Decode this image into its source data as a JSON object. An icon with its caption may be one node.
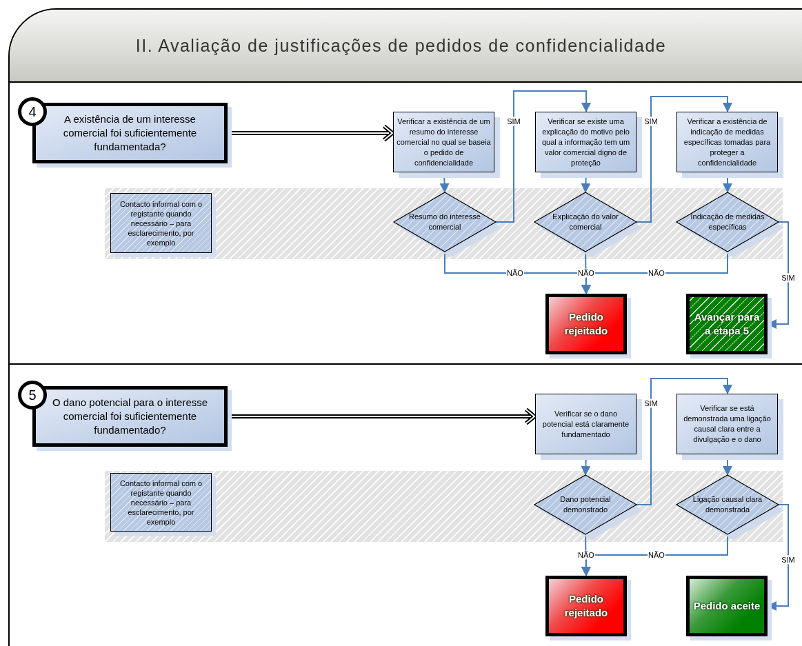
{
  "diagram": {
    "title": "II. Avaliação de justificações de pedidos de confidencialidade",
    "nodes": [
      {
        "text": [
          "4"
        ]
      },
      {
        "text": [
          "A existência de um interesse comercial foi suficientemente fundamentada?"
        ]
      },
      {
        "text": [
          "Contacto informal com o registante quando necessário – para esclarecimento, por exemplo"
        ]
      },
      {
        "text": [
          "Verificar a existência de um resumo do interesse comercial no qual se baseia o pedido de confidencialidade"
        ]
      },
      {
        "text": [
          "Resumo do interesse comercial"
        ]
      },
      {
        "text": [
          "Verificar se existe uma explicação do motivo pelo qual a informação tem um valor comercial digno de proteção"
        ]
      },
      {
        "text": [
          "Explicação do valor comercial"
        ]
      },
      {
        "text": [
          "Verificar a existência de indicação de medidas específicas tomadas para proteger a confidencialidade"
        ]
      },
      {
        "text": [
          "Indicação de medidas específicas"
        ]
      },
      {
        "text": [
          "Pedido rejeitado"
        ]
      },
      {
        "text": [
          "Avançar para a etapa 5"
        ]
      },
      {
        "text": [
          "5"
        ]
      },
      {
        "text": [
          "O dano potencial para o interesse comercial foi suficientemente fundamentado?"
        ]
      },
      {
        "text": [
          "Contacto informal com o registante quando necessário – para esclarecimento, por exemplo"
        ]
      },
      {
        "text": [
          "Verificar se o dano potencial está claramente fundamentado"
        ]
      },
      {
        "text": [
          "Dano potencial demonstrado"
        ]
      },
      {
        "text": [
          "Verificar se está demonstrada uma ligação causal clara entre a divulgação e o dano"
        ]
      },
      {
        "text": [
          "Ligação causal clara demonstrada"
        ]
      },
      {
        "text": [
          "Pedido rejeitado"
        ]
      },
      {
        "text": [
          "Pedido aceite"
        ]
      }
    ],
    "edges": [
      {
        "from": 1,
        "to": 3,
        "arrow": "to",
        "style": "thick",
        "color": "#000000"
      },
      {
        "from": 3,
        "to": 4,
        "arrow": "to"
      },
      {
        "from": 4,
        "to": 5,
        "arrow": "to",
        "label": "SIM"
      },
      {
        "from": 5,
        "to": 6,
        "arrow": "to"
      },
      {
        "from": 6,
        "to": 7,
        "arrow": "to",
        "label": "SIM"
      },
      {
        "from": 7,
        "to": 8,
        "arrow": "to"
      },
      {
        "from": 8,
        "to": 10,
        "arrow": "to",
        "label": "SIM"
      },
      {
        "from": 4,
        "to": 9,
        "arrow": "to",
        "label": "NÃO"
      },
      {
        "from": 6,
        "to": 9,
        "arrow": "to",
        "label": "NÃO"
      },
      {
        "from": 8,
        "to": 9,
        "arrow": "to",
        "label": "NÃO"
      },
      {
        "from": 12,
        "to": 14,
        "arrow": "to",
        "style": "thick",
        "color": "#000000"
      },
      {
        "from": 14,
        "to": 15,
        "arrow": "to"
      },
      {
        "from": 15,
        "to": 16,
        "arrow": "to",
        "label": "SIM"
      },
      {
        "from": 16,
        "to": 17,
        "arrow": "to"
      },
      {
        "from": 17,
        "to": 19,
        "arrow": "to",
        "label": "SIM"
      },
      {
        "from": 15,
        "to": 18,
        "arrow": "to",
        "label": "NÃO"
      },
      {
        "from": 17,
        "to": 18,
        "arrow": "to",
        "label": "NÃO"
      }
    ]
  }
}
